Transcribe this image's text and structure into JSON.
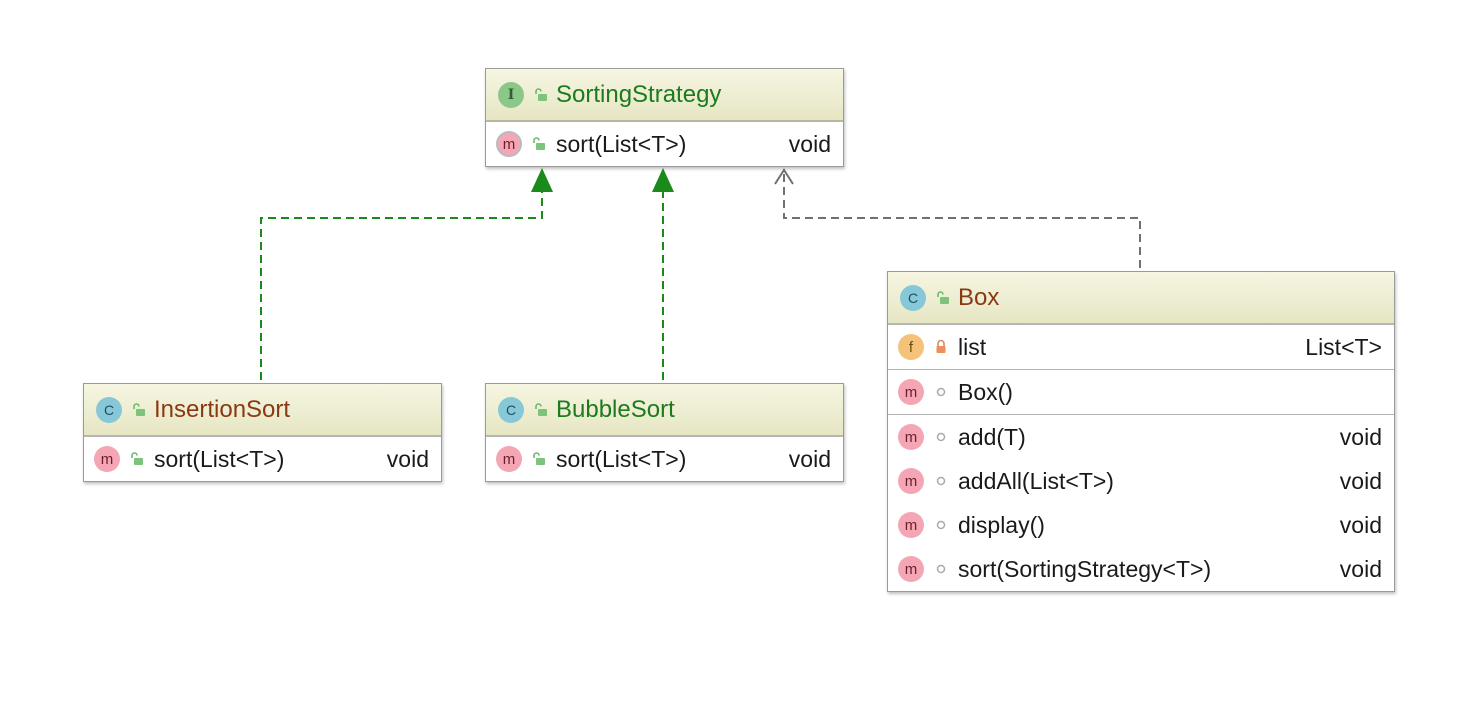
{
  "colors": {
    "realization_arrow": "#1a8a1a",
    "dependency_arrow": "#707070",
    "header_bg": "#eeeed2",
    "interface_title": "#1d7a1d",
    "class_title_brown": "#8a3a12"
  },
  "classes": {
    "sorting_strategy": {
      "kind_badge": "I",
      "visibility_icon": "public-unlock-icon",
      "name": "SortingStrategy",
      "methods": [
        {
          "badge": "m",
          "visibility_icon": "public-unlock-icon",
          "name": "sort(List<T>)",
          "type": "void"
        }
      ]
    },
    "insertion_sort": {
      "kind_badge": "C",
      "visibility_icon": "public-unlock-icon",
      "name": "InsertionSort",
      "methods": [
        {
          "badge": "m",
          "visibility_icon": "public-unlock-icon",
          "name": "sort(List<T>)",
          "type": "void"
        }
      ]
    },
    "bubble_sort": {
      "kind_badge": "C",
      "visibility_icon": "public-unlock-icon",
      "name": "BubbleSort",
      "methods": [
        {
          "badge": "m",
          "visibility_icon": "public-unlock-icon",
          "name": "sort(List<T>)",
          "type": "void"
        }
      ]
    },
    "box": {
      "kind_badge": "C",
      "visibility_icon": "public-unlock-icon",
      "name": "Box",
      "fields": [
        {
          "badge": "f",
          "visibility_icon": "private-lock-icon",
          "name": "list",
          "type": "List<T>"
        }
      ],
      "constructors": [
        {
          "badge": "m",
          "visibility_icon": "package-dot-icon",
          "name": "Box()"
        }
      ],
      "methods": [
        {
          "badge": "m",
          "visibility_icon": "package-dot-icon",
          "name": "add(T)",
          "type": "void"
        },
        {
          "badge": "m",
          "visibility_icon": "package-dot-icon",
          "name": "addAll(List<T>)",
          "type": "void"
        },
        {
          "badge": "m",
          "visibility_icon": "package-dot-icon",
          "name": "display()",
          "type": "void"
        },
        {
          "badge": "m",
          "visibility_icon": "package-dot-icon",
          "name": "sort(SortingStrategy<T>)",
          "type": "void"
        }
      ]
    }
  },
  "relations": [
    {
      "from": "InsertionSort",
      "to": "SortingStrategy",
      "kind": "realization"
    },
    {
      "from": "BubbleSort",
      "to": "SortingStrategy",
      "kind": "realization"
    },
    {
      "from": "Box",
      "to": "SortingStrategy",
      "kind": "dependency"
    }
  ]
}
